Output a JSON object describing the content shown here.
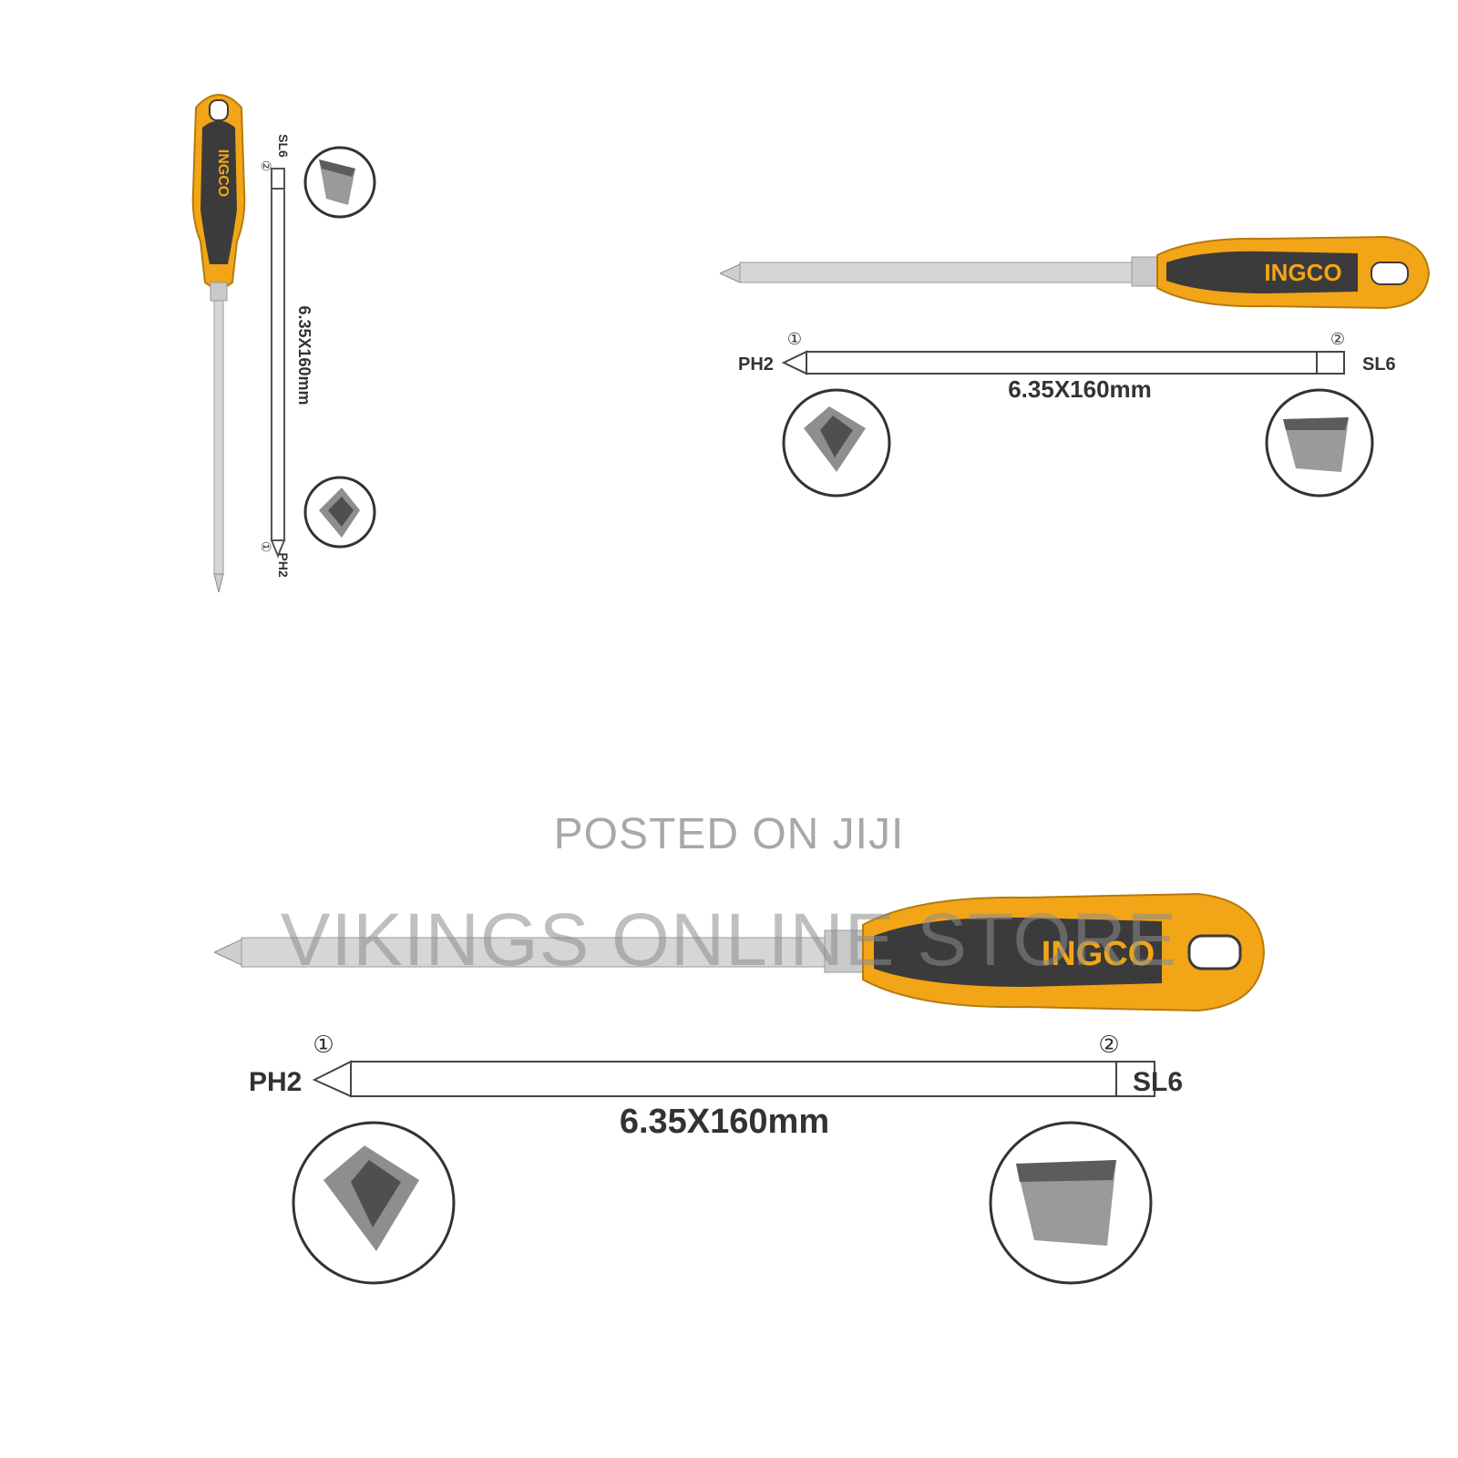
{
  "brand": {
    "logo_text": "INGCO",
    "handle_color": "#f2a516",
    "grip_color": "#3b3b3b",
    "shaft_color": "#d6d6d6"
  },
  "spec": {
    "tip_1_marker": "①",
    "tip_2_marker": "②",
    "tip_1_label": "PH2",
    "tip_2_label": "SL6",
    "dimension": "6.35X160mm"
  },
  "watermark": {
    "line_1": "POSTED ON JIJI",
    "line_2": "VIKINGS ONLINE STORE"
  },
  "icons": [
    "phillips-tip-closeup-icon",
    "slotted-tip-closeup-icon",
    "screwdriver-illustration"
  ]
}
